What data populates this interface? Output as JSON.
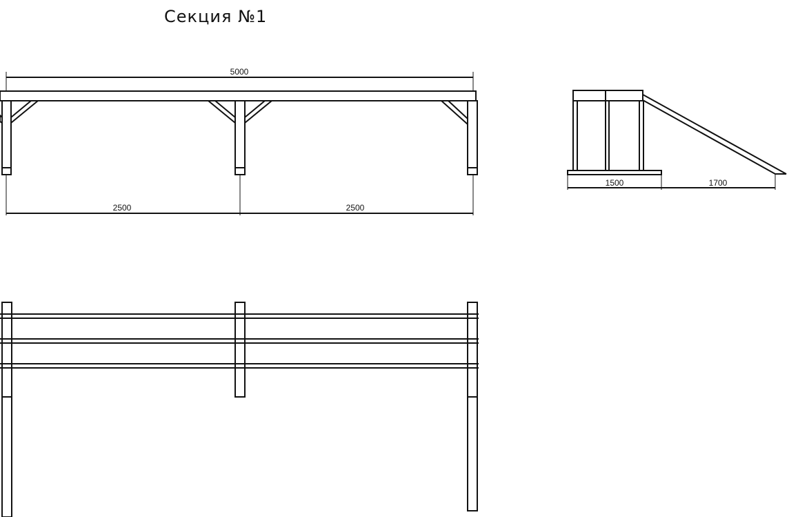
{
  "title": "Секция №1",
  "front_view": {
    "overall_dimension": "5000",
    "span_dimensions": [
      "2500",
      "2500"
    ]
  },
  "side_view": {
    "base_dimension": "1500",
    "ramp_dimension": "1700"
  },
  "colors": {
    "line": "#111111",
    "background": "#ffffff"
  }
}
